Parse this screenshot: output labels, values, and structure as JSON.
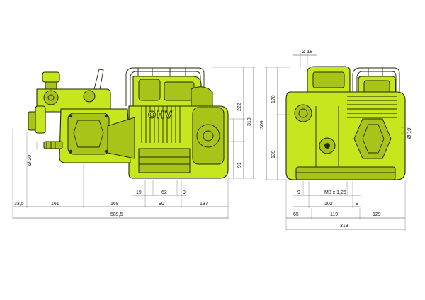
{
  "colors": {
    "engine_fill": "#c8e61e",
    "outline": "#1e2a08",
    "dimension_line": "#3a3a3a",
    "background": "#ffffff"
  },
  "side_view": {
    "engine_badge": "OHV",
    "dims": {
      "pump_outlet_dia": "Ø 20",
      "offset_19": "19",
      "width_62": "62",
      "offset_9": "9",
      "total_length": "589,5",
      "base_offset_33_5": "33,5",
      "len_161": "161",
      "len_168": "168",
      "len_90": "90",
      "len_137": "137",
      "height_222": "222",
      "height_313": "313",
      "height_91": "91"
    }
  },
  "front_view": {
    "dims": {
      "top_dia_18": "Ø 18",
      "side_dia_10": "Ø 10",
      "height_170": "170",
      "height_309": "309",
      "height_139": "139",
      "offset_9_left": "9",
      "thread": "M8 x 1,25",
      "offset_9_right": "9",
      "width_102": "102",
      "width_65": "65",
      "width_119": "119",
      "width_129": "129",
      "total_width": "313"
    }
  }
}
